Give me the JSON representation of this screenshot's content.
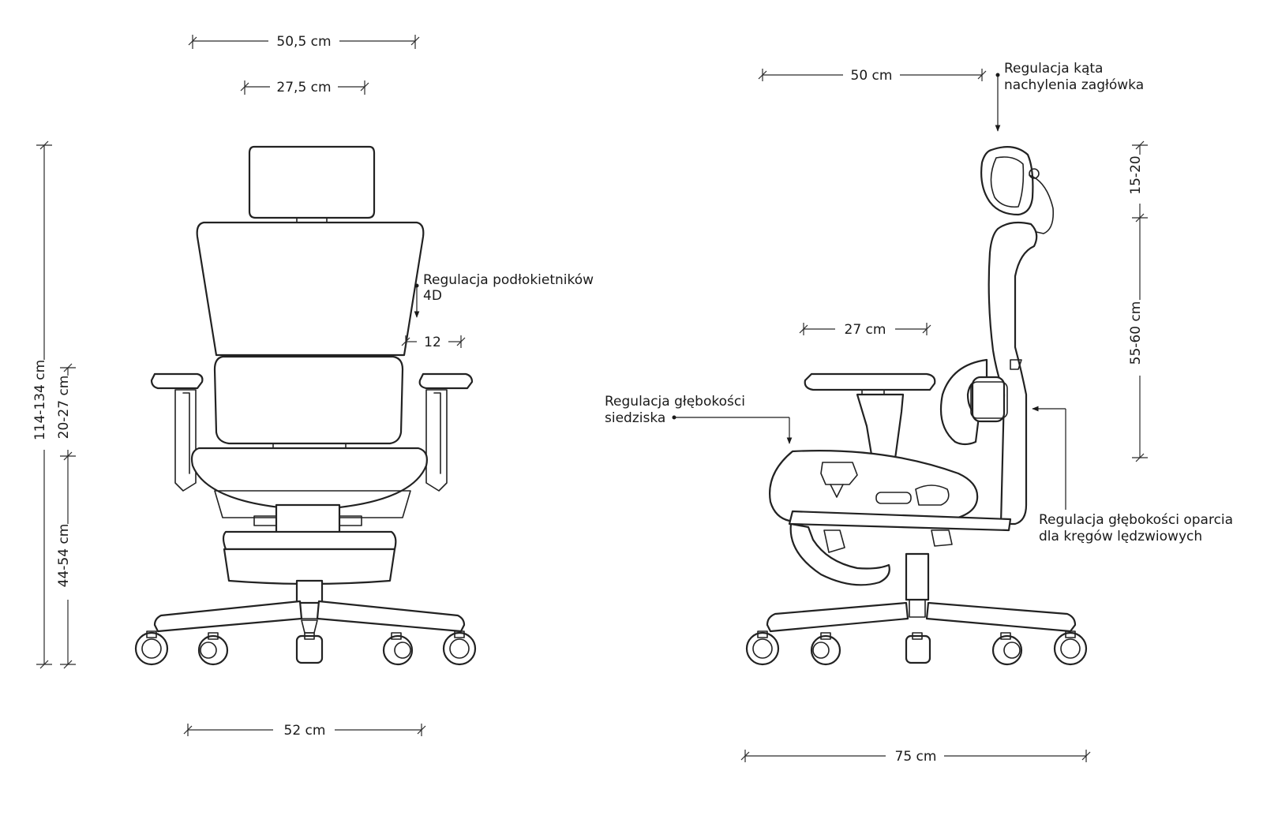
{
  "front_view": {
    "dims": {
      "total_width": "50,5 cm",
      "headrest_width": "27,5 cm",
      "armrest_adjust": "12",
      "base_width": "52 cm",
      "total_height": "114-134 cm",
      "armrest_height": "20-27 cm",
      "seat_height": "44-54 cm"
    },
    "labels": {
      "armrest_line1": "Regulacja podłokietników",
      "armrest_line2": "4D"
    }
  },
  "side_view": {
    "dims": {
      "depth_top": "50 cm",
      "armrest_depth": "27 cm",
      "total_depth": "75 cm",
      "headrest_height": "15-20",
      "back_height": "55-60 cm"
    },
    "labels": {
      "headrest_line1": "Regulacja kąta",
      "headrest_line2": "nachylenia zagłówka",
      "seat_depth_line1": "Regulacja głębokości",
      "seat_depth_line2": "siedziska",
      "lumbar_line1": "Regulacja głębokości oparcia",
      "lumbar_line2": "dla kręgów lędzwiowych"
    }
  }
}
